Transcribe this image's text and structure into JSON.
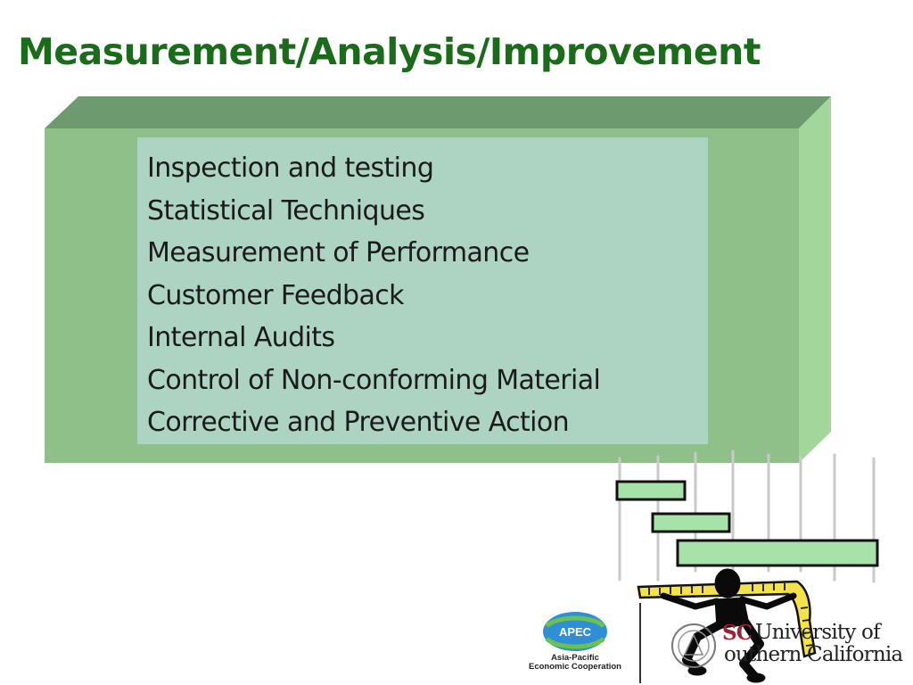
{
  "slide": {
    "title": "Measurement/Analysis/Improvement",
    "title_color": "#1a6b1a",
    "items": [
      "Inspection and testing",
      "Statistical Techniques",
      "Measurement of Performance",
      "Customer Feedback",
      "Internal Audits",
      "Control of Non-conforming Material",
      "Corrective and Preventive Action"
    ]
  },
  "logos": {
    "apec": {
      "badge": "APEC",
      "line1": "Asia-Pacific",
      "line2": "Economic Cooperation"
    },
    "usc": {
      "mark": "SC",
      "line1": "University of",
      "line2": "outhern California"
    }
  },
  "colors": {
    "box_front": "#8fc08a",
    "box_top": "#6e9a6f",
    "box_side": "#a2d69b",
    "panel": "#add4c3",
    "usc_cardinal": "#9d2235"
  }
}
